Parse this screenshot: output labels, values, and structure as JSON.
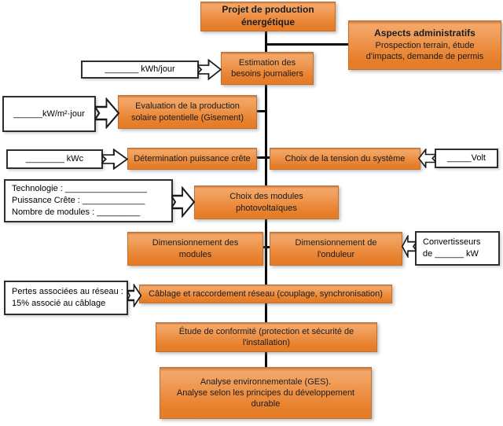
{
  "flowchart": {
    "main_nodes": {
      "projet": "Projet de production énergétique",
      "aspects": {
        "title": "Aspects administratifs",
        "body": "Prospection terrain, étude d'impacts, demande de permis"
      },
      "estimation": "Estimation des besoins journaliers",
      "evaluation": "Evaluation de la production solaire potentielle (Gisement)",
      "determination": "Détermination puissance crête",
      "tension": "Choix de la tension du système",
      "modules": "Choix des modules photovoltaïques",
      "dim_modules": "Dimensionnement des modules",
      "dim_onduleur": "Dimensionnement de l'onduleur",
      "cablage": "Câblage et raccordement réseau (couplage, synchronisation)",
      "conformite": "Étude de conformité (protection et sécurité de l'installation)",
      "analyse": {
        "line1": "Analyse environnementale (GES).",
        "line2": "Analyse selon les principes du développement durable"
      }
    },
    "annotations": {
      "kwh_jour": "_______ kWh/jour",
      "kw_m2_jour": "______kW/m²·jour",
      "kwc": "________ kWc",
      "technologie": {
        "line1": "Technologie : _________________",
        "line2": "Puissance Crête : _____________",
        "line3": "Nombre de modules :  _________"
      },
      "volt": "_____Volt",
      "convertisseurs": {
        "line1": "Convertisseurs",
        "line2": "de ______ kW"
      },
      "pertes": {
        "line1": "Pertes associées au réseau :",
        "line2": "15% associé au câblage"
      }
    },
    "colors": {
      "box_gradient_top": "#f4a768",
      "box_gradient_bottom": "#e57c27",
      "connector": "#0a0a0a",
      "callout_border": "#2e2e2e"
    }
  }
}
